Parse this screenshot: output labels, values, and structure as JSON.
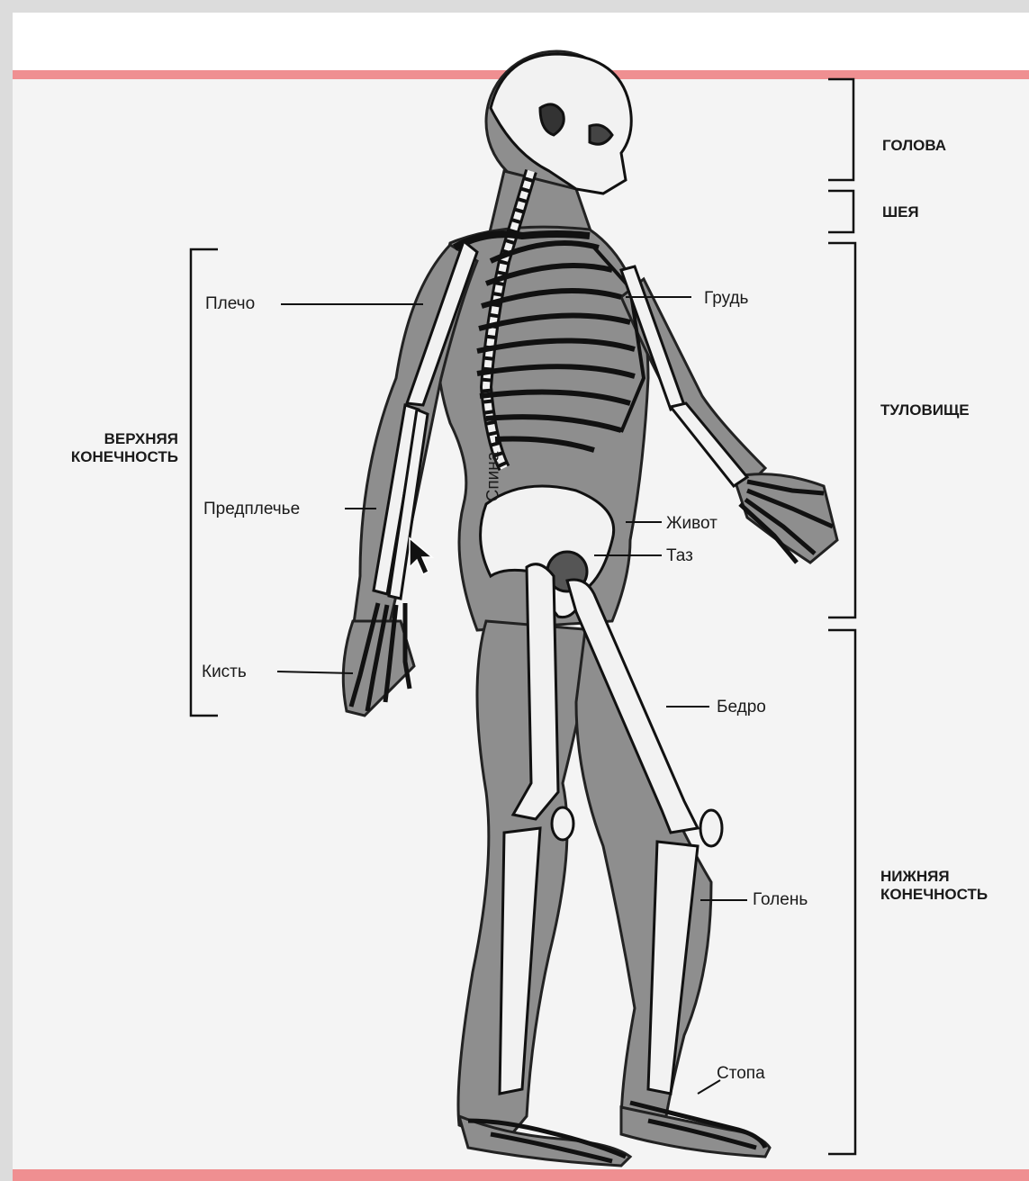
{
  "regions": {
    "head": "ГОЛОВА",
    "neck": "ШЕЯ",
    "trunk": "ТУЛОВИЩЕ",
    "upper_limb_line1": "ВЕРХНЯЯ",
    "upper_limb_line2": "КОНЕЧНОСТЬ",
    "lower_limb_line1": "НИЖНЯЯ",
    "lower_limb_line2": "КОНЕЧНОСТЬ"
  },
  "parts": {
    "shoulder": "Плечо",
    "forearm": "Предплечье",
    "hand": "Кисть",
    "back": "Спина",
    "chest": "Грудь",
    "abdomen": "Живот",
    "pelvis": "Таз",
    "thigh": "Бедро",
    "shin": "Голень",
    "foot": "Стопа"
  },
  "colors": {
    "accent_line": "#ef8f91",
    "body_fill": "#8e8e8e",
    "bone_fill": "#f2f2f2",
    "ink": "#1a1a1a"
  }
}
